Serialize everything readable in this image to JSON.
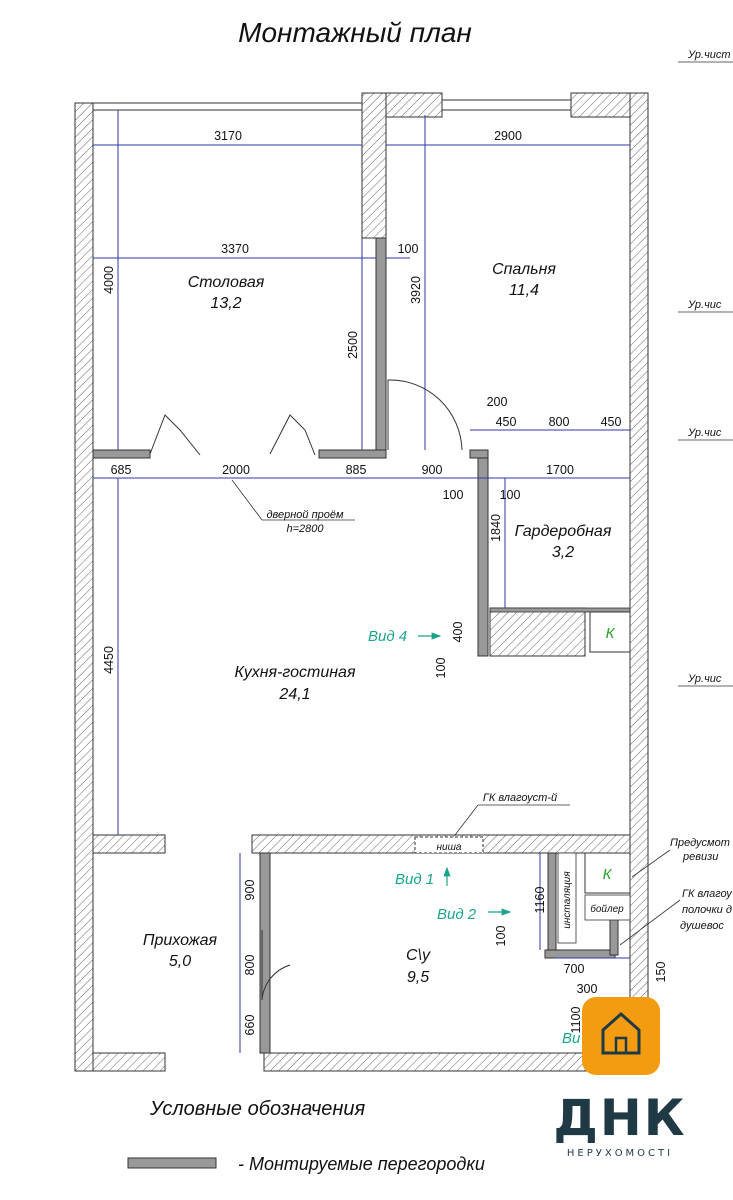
{
  "title": "Монтажный план",
  "rooms": {
    "dining": {
      "name": "Столовая",
      "area": "13,2"
    },
    "bedroom": {
      "name": "Спальня",
      "area": "11,4"
    },
    "wardrobe": {
      "name": "Гардеробная",
      "area": "3,2"
    },
    "kitchen": {
      "name": "Кухня-гостиная",
      "area": "24,1"
    },
    "hall": {
      "name": "Прихожая",
      "area": "5,0"
    },
    "bath": {
      "name": "С\\у",
      "area": "9,5"
    }
  },
  "dimensions": {
    "d3170": "3170",
    "d2900": "2900",
    "d3370": "3370",
    "d100a": "100",
    "d4000": "4000",
    "d3920": "3920",
    "d2500": "2500",
    "d200": "200",
    "d450a": "450",
    "d800": "800",
    "d450b": "450",
    "d685": "685",
    "d2000": "2000",
    "d885": "885",
    "d900a": "900",
    "d1700": "1700",
    "d100b": "100",
    "d100c": "100",
    "d1840": "1840",
    "d400": "400",
    "d100d": "100",
    "d4450": "4450",
    "d900b": "900",
    "d800b": "800",
    "d660": "660",
    "d1160": "1160",
    "d100e": "100",
    "d700": "700",
    "d300": "300",
    "d150": "150",
    "d1100": "1100"
  },
  "notes": {
    "door_opening": "дверной проём",
    "door_height": "h=2800",
    "gk_moisture": "ГК влагоуст-й",
    "niche": "ниша",
    "installation": "инсталяция",
    "boiler": "бойлер",
    "k_symbol": "К",
    "provision": "Предусмот",
    "revision": "ревизи",
    "gk_moisture2": "ГК влагоу",
    "shelves": "полочки д",
    "shower": "душевос"
  },
  "views": {
    "v4": "Вид 4",
    "v1": "Вид 1",
    "v2": "Вид 2",
    "v3": "Ви"
  },
  "levels": [
    "Ур.чист",
    "Ур.чис",
    "Ур.чис",
    "Ур.чис"
  ],
  "legend": {
    "title": "Условные обозначения",
    "item": "- Монтируемые перегородки"
  },
  "logo": {
    "big": "ДНК",
    "small": "НЕРУХОМОСТІ",
    "accent": "#f39c12"
  },
  "colors": {
    "dim": "#2b3aa8",
    "wall_hatch": "#555555",
    "partition": "#888888",
    "view": "#1aa38a"
  }
}
